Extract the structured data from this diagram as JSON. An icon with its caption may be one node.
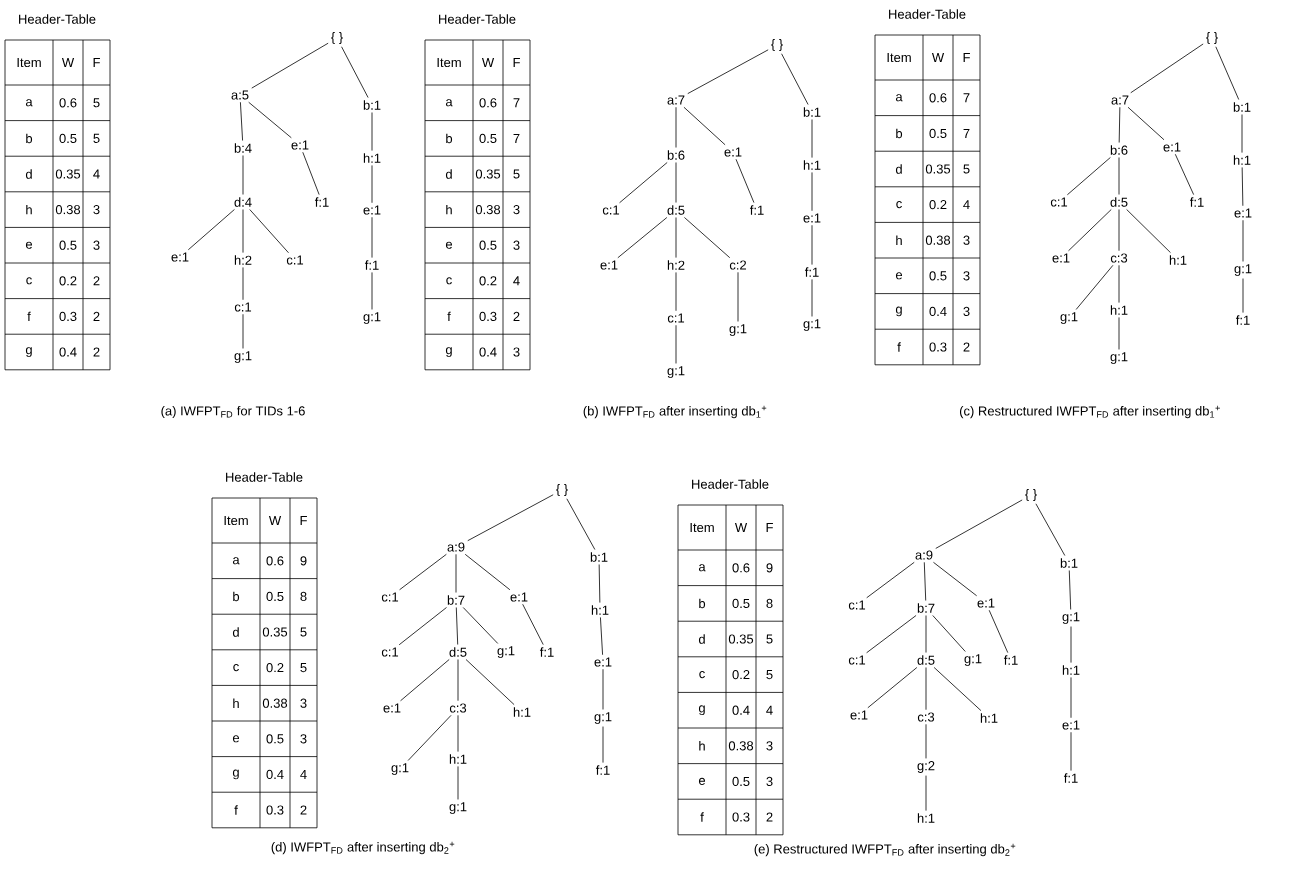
{
  "diagram": {
    "nodes": [
      {
        "text": [
          "{ }"
        ]
      },
      {
        "text": [
          "a:5"
        ]
      },
      {
        "text": [
          "b:1"
        ]
      },
      {
        "text": [
          "b:4"
        ]
      },
      {
        "text": [
          "e:1"
        ]
      },
      {
        "text": [
          "d:4"
        ]
      },
      {
        "text": [
          "f:1"
        ]
      },
      {
        "text": [
          "e:1"
        ]
      },
      {
        "text": [
          "h:2"
        ]
      },
      {
        "text": [
          "c:1"
        ]
      },
      {
        "text": [
          "c:1"
        ]
      },
      {
        "text": [
          "g:1"
        ]
      },
      {
        "text": [
          "h:1"
        ]
      },
      {
        "text": [
          "e:1"
        ]
      },
      {
        "text": [
          "f:1"
        ]
      },
      {
        "text": [
          "g:1"
        ]
      },
      {
        "text": [
          "{ }"
        ]
      },
      {
        "text": [
          "a:7"
        ]
      },
      {
        "text": [
          "b:1"
        ]
      },
      {
        "text": [
          "b:6"
        ]
      },
      {
        "text": [
          "e:1"
        ]
      },
      {
        "text": [
          "c:1"
        ]
      },
      {
        "text": [
          "d:5"
        ]
      },
      {
        "text": [
          "f:1"
        ]
      },
      {
        "text": [
          "e:1"
        ]
      },
      {
        "text": [
          "h:2"
        ]
      },
      {
        "text": [
          "c:2"
        ]
      },
      {
        "text": [
          "c:1"
        ]
      },
      {
        "text": [
          "g:1"
        ]
      },
      {
        "text": [
          "g:1"
        ]
      },
      {
        "text": [
          "h:1"
        ]
      },
      {
        "text": [
          "e:1"
        ]
      },
      {
        "text": [
          "f:1"
        ]
      },
      {
        "text": [
          "g:1"
        ]
      },
      {
        "text": [
          "{ }"
        ]
      },
      {
        "text": [
          "a:7"
        ]
      },
      {
        "text": [
          "b:1"
        ]
      },
      {
        "text": [
          "b:6"
        ]
      },
      {
        "text": [
          "e:1"
        ]
      },
      {
        "text": [
          "c:1"
        ]
      },
      {
        "text": [
          "d:5"
        ]
      },
      {
        "text": [
          "f:1"
        ]
      },
      {
        "text": [
          "e:1"
        ]
      },
      {
        "text": [
          "c:3"
        ]
      },
      {
        "text": [
          "h:1"
        ]
      },
      {
        "text": [
          "g:1"
        ]
      },
      {
        "text": [
          "h:1"
        ]
      },
      {
        "text": [
          "g:1"
        ]
      },
      {
        "text": [
          "h:1"
        ]
      },
      {
        "text": [
          "e:1"
        ]
      },
      {
        "text": [
          "g:1"
        ]
      },
      {
        "text": [
          "f:1"
        ]
      },
      {
        "text": [
          "{ }"
        ]
      },
      {
        "text": [
          "a:9"
        ]
      },
      {
        "text": [
          "b:1"
        ]
      },
      {
        "text": [
          "c:1"
        ]
      },
      {
        "text": [
          "b:7"
        ]
      },
      {
        "text": [
          "e:1"
        ]
      },
      {
        "text": [
          "c:1"
        ]
      },
      {
        "text": [
          "d:5"
        ]
      },
      {
        "text": [
          "g:1"
        ]
      },
      {
        "text": [
          "f:1"
        ]
      },
      {
        "text": [
          "e:1"
        ]
      },
      {
        "text": [
          "c:3"
        ]
      },
      {
        "text": [
          "h:1"
        ]
      },
      {
        "text": [
          "g:1"
        ]
      },
      {
        "text": [
          "h:1"
        ]
      },
      {
        "text": [
          "g:1"
        ]
      },
      {
        "text": [
          "h:1"
        ]
      },
      {
        "text": [
          "e:1"
        ]
      },
      {
        "text": [
          "g:1"
        ]
      },
      {
        "text": [
          "f:1"
        ]
      },
      {
        "text": [
          "{ }"
        ]
      },
      {
        "text": [
          "a:9"
        ]
      },
      {
        "text": [
          "b:1"
        ]
      },
      {
        "text": [
          "c:1"
        ]
      },
      {
        "text": [
          "b:7"
        ]
      },
      {
        "text": [
          "e:1"
        ]
      },
      {
        "text": [
          "c:1"
        ]
      },
      {
        "text": [
          "d:5"
        ]
      },
      {
        "text": [
          "g:1"
        ]
      },
      {
        "text": [
          "f:1"
        ]
      },
      {
        "text": [
          "e:1"
        ]
      },
      {
        "text": [
          "c:3"
        ]
      },
      {
        "text": [
          "h:1"
        ]
      },
      {
        "text": [
          "g:2"
        ]
      },
      {
        "text": [
          "h:1"
        ]
      },
      {
        "text": [
          "g:1"
        ]
      },
      {
        "text": [
          "h:1"
        ]
      },
      {
        "text": [
          "e:1"
        ]
      },
      {
        "text": [
          "f:1"
        ]
      }
    ],
    "edges": [
      {
        "from": 0,
        "to": 1,
        "arrow": "none"
      },
      {
        "from": 0,
        "to": 2,
        "arrow": "none"
      },
      {
        "from": 1,
        "to": 3,
        "arrow": "none"
      },
      {
        "from": 1,
        "to": 4,
        "arrow": "none"
      },
      {
        "from": 3,
        "to": 5,
        "arrow": "none"
      },
      {
        "from": 4,
        "to": 6,
        "arrow": "none"
      },
      {
        "from": 5,
        "to": 7,
        "arrow": "none"
      },
      {
        "from": 5,
        "to": 8,
        "arrow": "none"
      },
      {
        "from": 5,
        "to": 9,
        "arrow": "none"
      },
      {
        "from": 8,
        "to": 10,
        "arrow": "none"
      },
      {
        "from": 10,
        "to": 11,
        "arrow": "none"
      },
      {
        "from": 2,
        "to": 12,
        "arrow": "none"
      },
      {
        "from": 12,
        "to": 13,
        "arrow": "none"
      },
      {
        "from": 13,
        "to": 14,
        "arrow": "none"
      },
      {
        "from": 14,
        "to": 15,
        "arrow": "none"
      },
      {
        "from": 16,
        "to": 17,
        "arrow": "none"
      },
      {
        "from": 16,
        "to": 18,
        "arrow": "none"
      },
      {
        "from": 17,
        "to": 19,
        "arrow": "none"
      },
      {
        "from": 17,
        "to": 20,
        "arrow": "none"
      },
      {
        "from": 19,
        "to": 21,
        "arrow": "none"
      },
      {
        "from": 19,
        "to": 22,
        "arrow": "none"
      },
      {
        "from": 20,
        "to": 23,
        "arrow": "none"
      },
      {
        "from": 22,
        "to": 24,
        "arrow": "none"
      },
      {
        "from": 22,
        "to": 25,
        "arrow": "none"
      },
      {
        "from": 22,
        "to": 26,
        "arrow": "none"
      },
      {
        "from": 25,
        "to": 27,
        "arrow": "none"
      },
      {
        "from": 26,
        "to": 28,
        "arrow": "none"
      },
      {
        "from": 27,
        "to": 29,
        "arrow": "none"
      },
      {
        "from": 18,
        "to": 30,
        "arrow": "none"
      },
      {
        "from": 30,
        "to": 31,
        "arrow": "none"
      },
      {
        "from": 31,
        "to": 32,
        "arrow": "none"
      },
      {
        "from": 32,
        "to": 33,
        "arrow": "none"
      },
      {
        "from": 34,
        "to": 35,
        "arrow": "none"
      },
      {
        "from": 34,
        "to": 36,
        "arrow": "none"
      },
      {
        "from": 35,
        "to": 37,
        "arrow": "none"
      },
      {
        "from": 35,
        "to": 38,
        "arrow": "none"
      },
      {
        "from": 37,
        "to": 39,
        "arrow": "none"
      },
      {
        "from": 37,
        "to": 40,
        "arrow": "none"
      },
      {
        "from": 38,
        "to": 41,
        "arrow": "none"
      },
      {
        "from": 40,
        "to": 42,
        "arrow": "none"
      },
      {
        "from": 40,
        "to": 43,
        "arrow": "none"
      },
      {
        "from": 40,
        "to": 44,
        "arrow": "none"
      },
      {
        "from": 43,
        "to": 45,
        "arrow": "none"
      },
      {
        "from": 43,
        "to": 46,
        "arrow": "none"
      },
      {
        "from": 46,
        "to": 47,
        "arrow": "none"
      },
      {
        "from": 36,
        "to": 48,
        "arrow": "none"
      },
      {
        "from": 48,
        "to": 49,
        "arrow": "none"
      },
      {
        "from": 49,
        "to": 50,
        "arrow": "none"
      },
      {
        "from": 50,
        "to": 51,
        "arrow": "none"
      },
      {
        "from": 52,
        "to": 53,
        "arrow": "none"
      },
      {
        "from": 52,
        "to": 54,
        "arrow": "none"
      },
      {
        "from": 53,
        "to": 55,
        "arrow": "none"
      },
      {
        "from": 53,
        "to": 56,
        "arrow": "none"
      },
      {
        "from": 53,
        "to": 57,
        "arrow": "none"
      },
      {
        "from": 56,
        "to": 58,
        "arrow": "none"
      },
      {
        "from": 56,
        "to": 59,
        "arrow": "none"
      },
      {
        "from": 56,
        "to": 60,
        "arrow": "none"
      },
      {
        "from": 57,
        "to": 61,
        "arrow": "none"
      },
      {
        "from": 59,
        "to": 62,
        "arrow": "none"
      },
      {
        "from": 59,
        "to": 63,
        "arrow": "none"
      },
      {
        "from": 59,
        "to": 64,
        "arrow": "none"
      },
      {
        "from": 63,
        "to": 65,
        "arrow": "none"
      },
      {
        "from": 63,
        "to": 66,
        "arrow": "none"
      },
      {
        "from": 66,
        "to": 67,
        "arrow": "none"
      },
      {
        "from": 54,
        "to": 68,
        "arrow": "none"
      },
      {
        "from": 68,
        "to": 69,
        "arrow": "none"
      },
      {
        "from": 69,
        "to": 70,
        "arrow": "none"
      },
      {
        "from": 70,
        "to": 71,
        "arrow": "none"
      },
      {
        "from": 72,
        "to": 73,
        "arrow": "none"
      },
      {
        "from": 72,
        "to": 74,
        "arrow": "none"
      },
      {
        "from": 73,
        "to": 75,
        "arrow": "none"
      },
      {
        "from": 73,
        "to": 76,
        "arrow": "none"
      },
      {
        "from": 73,
        "to": 77,
        "arrow": "none"
      },
      {
        "from": 76,
        "to": 78,
        "arrow": "none"
      },
      {
        "from": 76,
        "to": 79,
        "arrow": "none"
      },
      {
        "from": 76,
        "to": 80,
        "arrow": "none"
      },
      {
        "from": 77,
        "to": 81,
        "arrow": "none"
      },
      {
        "from": 79,
        "to": 82,
        "arrow": "none"
      },
      {
        "from": 79,
        "to": 83,
        "arrow": "none"
      },
      {
        "from": 79,
        "to": 84,
        "arrow": "none"
      },
      {
        "from": 83,
        "to": 85,
        "arrow": "none"
      },
      {
        "from": 85,
        "to": 86,
        "arrow": "none"
      },
      {
        "from": 74,
        "to": 87,
        "arrow": "none"
      },
      {
        "from": 87,
        "to": 88,
        "arrow": "none"
      },
      {
        "from": 88,
        "to": 89,
        "arrow": "none"
      },
      {
        "from": 89,
        "to": 90,
        "arrow": "none"
      }
    ],
    "labels": [
      "Header-Table",
      "Item",
      "W",
      "F",
      "a",
      "0.6",
      "5",
      "b",
      "0.5",
      "5",
      "d",
      "0.35",
      "4",
      "h",
      "0.38",
      "3",
      "e",
      "0.5",
      "3",
      "c",
      "0.2",
      "2",
      "f",
      "0.3",
      "2",
      "g",
      "0.4",
      "2",
      "(a) IWFPT$_{FD}$ for TIDs 1-6",
      "Header-Table",
      "Item",
      "W",
      "F",
      "a",
      "0.6",
      "7",
      "b",
      "0.5",
      "7",
      "d",
      "0.35",
      "5",
      "h",
      "0.38",
      "3",
      "e",
      "0.5",
      "3",
      "c",
      "0.2",
      "4",
      "f",
      "0.3",
      "2",
      "g",
      "0.4",
      "3",
      "(b) IWFPT$_{FD}$ after inserting db$_{1}$$^{+}$",
      "Header-Table",
      "Item",
      "W",
      "F",
      "a",
      "0.6",
      "7",
      "b",
      "0.5",
      "7",
      "d",
      "0.35",
      "5",
      "c",
      "0.2",
      "4",
      "h",
      "0.38",
      "3",
      "e",
      "0.5",
      "3",
      "g",
      "0.4",
      "3",
      "f",
      "0.3",
      "2",
      "(c) Restructured IWFPT$_{FD}$ after inserting db$_{1}$$^{+}$",
      "Header-Table",
      "Item",
      "W",
      "F",
      "a",
      "0.6",
      "9",
      "b",
      "0.5",
      "8",
      "d",
      "0.35",
      "5",
      "c",
      "0.2",
      "5",
      "h",
      "0.38",
      "3",
      "e",
      "0.5",
      "3",
      "g",
      "0.4",
      "4",
      "f",
      "0.3",
      "2",
      "(d) IWFPT$_{FD}$ after inserting db$_{2}$$^{+}$",
      "Header-Table",
      "Item",
      "W",
      "F",
      "a",
      "0.6",
      "9",
      "b",
      "0.5",
      "8",
      "d",
      "0.35",
      "5",
      "c",
      "0.2",
      "5",
      "g",
      "0.4",
      "4",
      "h",
      "0.38",
      "3",
      "e",
      "0.5",
      "3",
      "f",
      "0.3",
      "2",
      "(e) Restructured IWFPT$_{FD}$ after inserting db$_{2}$$^{+}$"
    ]
  }
}
